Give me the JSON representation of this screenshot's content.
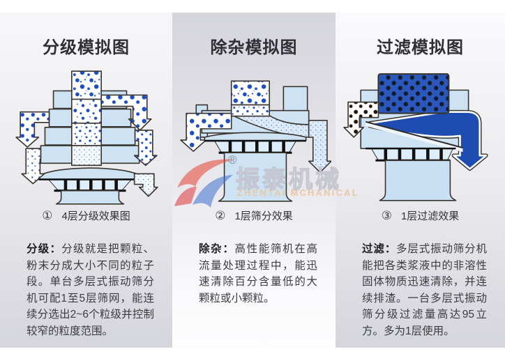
{
  "watermark": {
    "registered": "®",
    "brand_cn": "振泰机械",
    "brand_en": "ZHENTAI MCHANICAL"
  },
  "columns": [
    {
      "title": "分级模拟图",
      "caption_num": "①",
      "caption": "4层分级效果图",
      "label": "分级：",
      "description": "分级就是把颗粒、粉末分成大小不同的粒子段。单台多层式振动筛分机可配1至5层筛网，能连续分选出2~6个粒级并控制较窄的粒度范围。",
      "diagram": "four-layer-classification-sieve"
    },
    {
      "title": "除杂模拟图",
      "caption_num": "②",
      "caption": "1层筛分效果",
      "label": "除杂：",
      "description": "高性能筛机在高流量处理过程中，能迅速清除百分含量低的大颗粒或小颗粒。",
      "diagram": "single-layer-impurity-screen"
    },
    {
      "title": "过滤模拟图",
      "caption_num": "③",
      "caption": "1层过滤效果",
      "label": "过滤：",
      "description": "多层式振动筛分机能把各类浆液中的非溶性固体物质迅速清除，并连续排渣。一台多层式振动筛分级过滤量高达95立方。多为1层使用。",
      "diagram": "single-layer-filter"
    }
  ],
  "colors": {
    "machine_body": "#cde3f4",
    "particle_blue": "#1d4dc2",
    "filter_liquid_blue": "#2b58bc",
    "arrow_outline": "#3a342e",
    "panel_gray": "#d4d4db"
  }
}
